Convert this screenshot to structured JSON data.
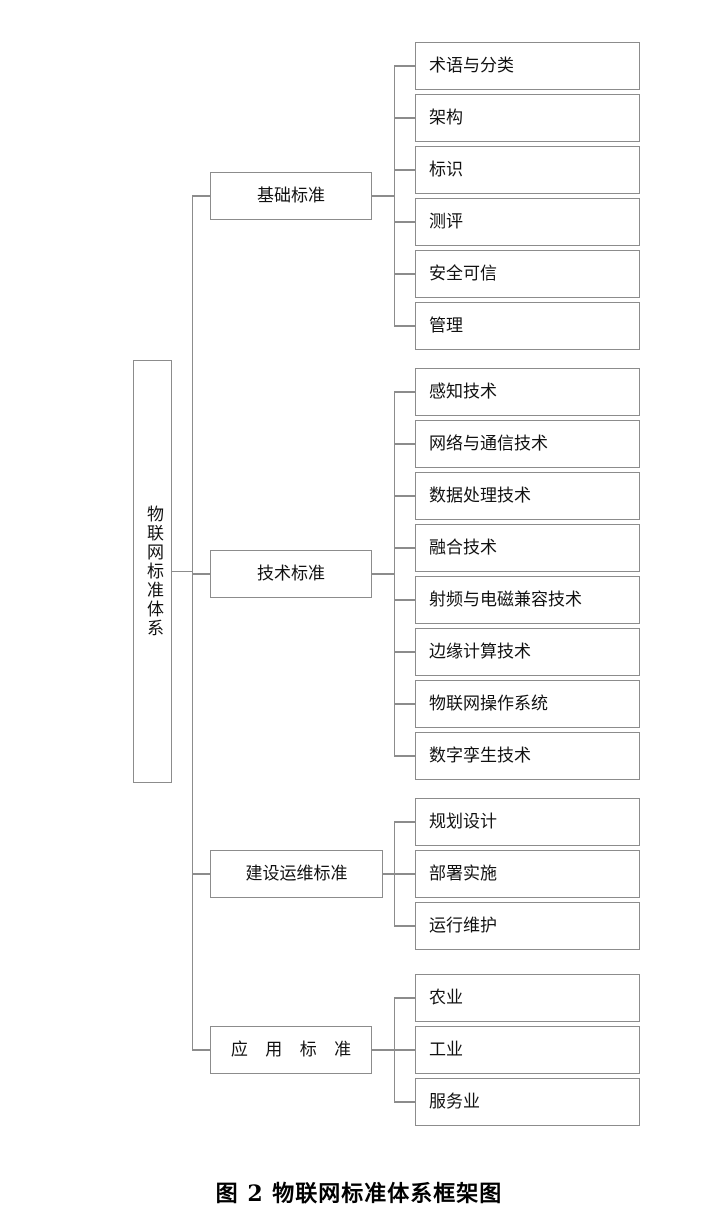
{
  "figure": {
    "caption": "图 2  物联网标准体系框架图",
    "root": {
      "label": "物联网标准体系"
    },
    "colors": {
      "border": "#8c8c8c",
      "text": "#111111",
      "background": "#ffffff"
    },
    "groups": [
      {
        "label": "基础标准",
        "spaced": false,
        "items": [
          {
            "label": "术语与分类"
          },
          {
            "label": "架构"
          },
          {
            "label": "标识"
          },
          {
            "label": "测评"
          },
          {
            "label": "安全可信"
          },
          {
            "label": "管理"
          }
        ]
      },
      {
        "label": "技术标准",
        "spaced": false,
        "items": [
          {
            "label": "感知技术"
          },
          {
            "label": "网络与通信技术"
          },
          {
            "label": "数据处理技术"
          },
          {
            "label": "融合技术"
          },
          {
            "label": "射频与电磁兼容技术"
          },
          {
            "label": "边缘计算技术"
          },
          {
            "label": "物联网操作系统"
          },
          {
            "label": "数字孪生技术"
          }
        ]
      },
      {
        "label": "建设运维标准",
        "spaced": false,
        "items": [
          {
            "label": "规划设计"
          },
          {
            "label": "部署实施"
          },
          {
            "label": "运行维护"
          }
        ]
      },
      {
        "label": "应 用 标 准",
        "spaced": true,
        "items": [
          {
            "label": "农业"
          },
          {
            "label": "工业"
          },
          {
            "label": "服务业"
          }
        ]
      }
    ]
  }
}
